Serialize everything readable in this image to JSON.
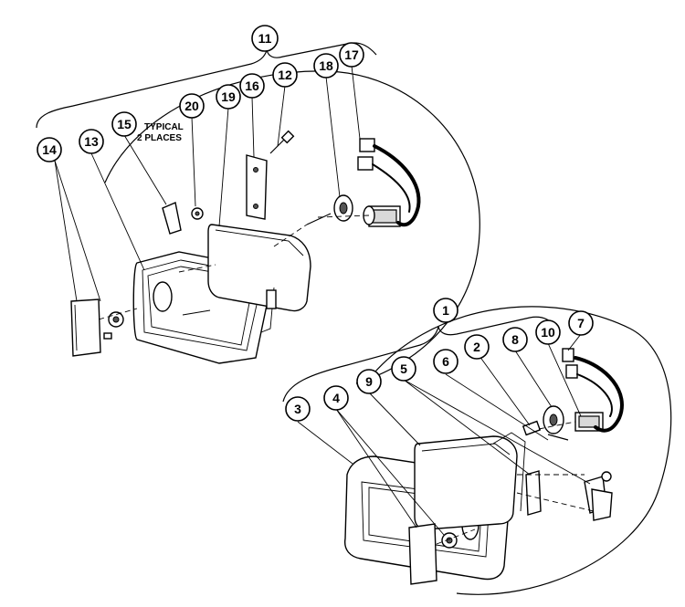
{
  "callouts": [
    {
      "id": "c1",
      "label": "1"
    },
    {
      "id": "c2",
      "label": "2"
    },
    {
      "id": "c3",
      "label": "3"
    },
    {
      "id": "c4",
      "label": "4"
    },
    {
      "id": "c5",
      "label": "5"
    },
    {
      "id": "c6",
      "label": "6"
    },
    {
      "id": "c7",
      "label": "7"
    },
    {
      "id": "c8",
      "label": "8"
    },
    {
      "id": "c9",
      "label": "9"
    },
    {
      "id": "c10",
      "label": "10"
    },
    {
      "id": "c11",
      "label": "11"
    },
    {
      "id": "c12",
      "label": "12"
    },
    {
      "id": "c13",
      "label": "13"
    },
    {
      "id": "c14",
      "label": "14"
    },
    {
      "id": "c15",
      "label": "15"
    },
    {
      "id": "c16",
      "label": "16"
    },
    {
      "id": "c17",
      "label": "17"
    },
    {
      "id": "c18",
      "label": "18"
    },
    {
      "id": "c19",
      "label": "19"
    },
    {
      "id": "c20",
      "label": "20"
    }
  ],
  "note": {
    "line1": "TYPICAL",
    "line2": "2 PLACES"
  }
}
